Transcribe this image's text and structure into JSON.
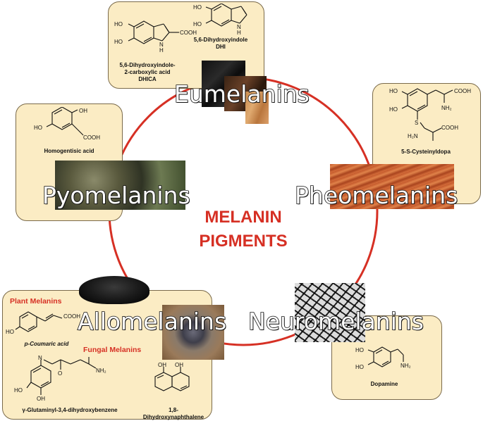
{
  "center_title": [
    "MELANIN",
    "PIGMENTS"
  ],
  "classes": {
    "eumelanins": "Eumelanins",
    "pheomelanins": "Pheomelanins",
    "pyomelanins": "Pyomelanins",
    "allomelanins": "Allomelanins",
    "neuromelanins": "Neuromelanins"
  },
  "compounds": {
    "dhica": [
      "5,6-Dihydroxyindole-",
      "2-carboxylic acid",
      "DHICA"
    ],
    "dhi": [
      "5,6-Dihydroxyindole",
      "DHI"
    ],
    "homogentisic": "Homogentisic acid",
    "cysteinyldopa": "5-S-Cysteinyldopa",
    "dopamine": "Dopamine",
    "coumaric": "p-Coumaric acid",
    "glutaminyl": "γ-Glutaminyl-3,4-dihydroxybenzene",
    "dhn": "1,8-Dihydroxynaphthalene"
  },
  "subheads": {
    "plant": "Plant Melanins",
    "fungal": "Fungal Melanins"
  },
  "atoms": {
    "ho": "HO",
    "oh": "OH",
    "cooh": "COOH",
    "nh2": "NH₂",
    "h2n": "H₂N",
    "n": "N",
    "h": "H",
    "s": "S",
    "o": "O",
    "hn": "H"
  },
  "colors": {
    "circle": "#d63024",
    "box_fill": "#fbecc4",
    "box_border": "#7a6a4a",
    "title": "#d63024"
  }
}
